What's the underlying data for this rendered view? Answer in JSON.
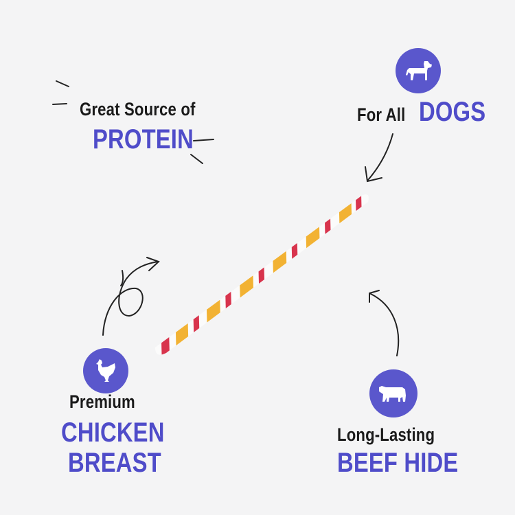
{
  "features": {
    "protein": {
      "line1": "Great Source of",
      "line2": "PROTEIN"
    },
    "dogs": {
      "line1": "For All",
      "line2": "DOGS",
      "icon": "dog-icon"
    },
    "chicken": {
      "line1": "Premium",
      "line2": "CHICKEN",
      "line3": "BREAST",
      "icon": "chicken-icon"
    },
    "beef": {
      "line1": "Long-Lasting",
      "line2": "BEEF HIDE",
      "icon": "cow-icon"
    }
  },
  "colors": {
    "accent": "#4f4cc9",
    "badge": "#5a57cc",
    "text": "#1a1a1a",
    "background": "#f4f4f5",
    "stick_red": "#d8344d",
    "stick_yellow": "#f2b233",
    "stick_white": "#fbfbfb"
  }
}
